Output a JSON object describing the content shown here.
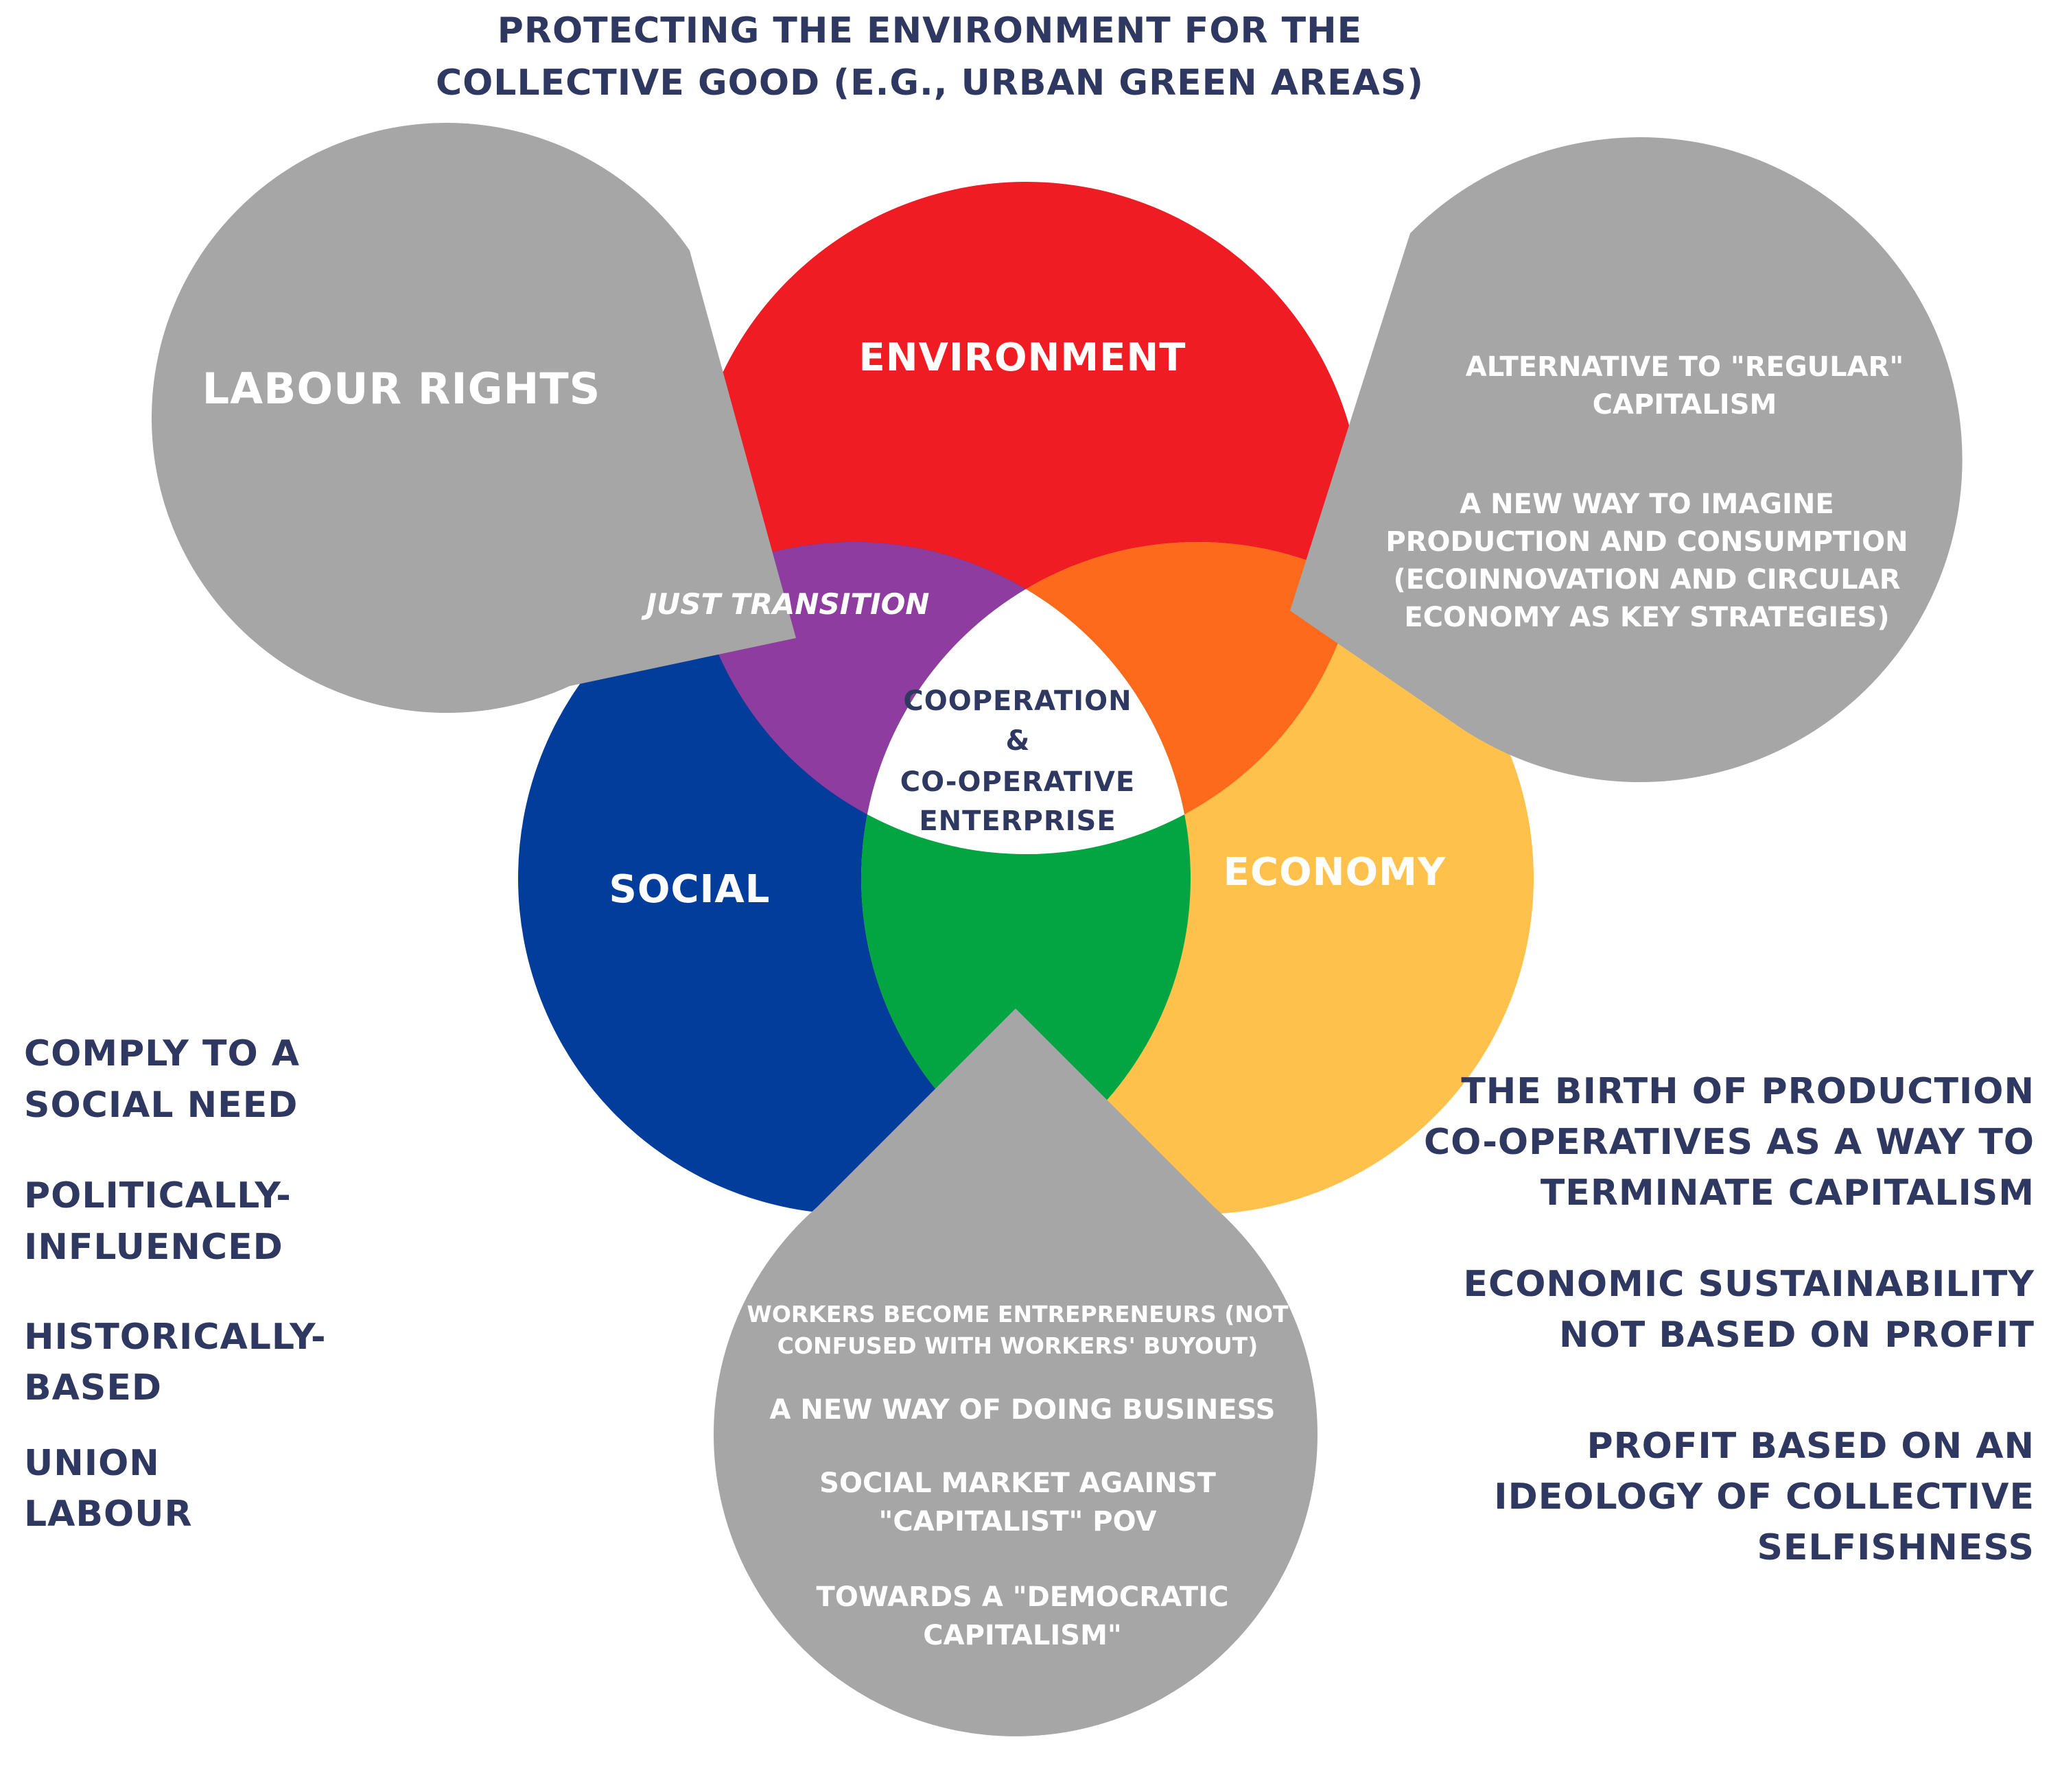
{
  "header": {
    "line1": "PROTECTING THE ENVIRONMENT FOR THE",
    "line2": "COLLECTIVE GOOD (E.G., URBAN GREEN AREAS)"
  },
  "circles": {
    "environment": "ENVIRONMENT",
    "social": "SOCIAL",
    "economy": "ECONOMY",
    "overlap_env_social": "JUST TRANSITION",
    "center": [
      "COOPERATION",
      "&",
      "CO-OPERATIVE",
      "ENTERPRISE"
    ]
  },
  "bubbles": {
    "labour": "LABOUR RIGHTS",
    "alternative": {
      "block1": [
        "ALTERNATIVE TO \"REGULAR\"",
        "CAPITALISM"
      ],
      "block2": [
        "A NEW WAY TO IMAGINE",
        "PRODUCTION AND CONSUMPTION",
        "(ECOINNOVATION AND CIRCULAR",
        "ECONOMY AS KEY STRATEGIES)"
      ]
    },
    "workers": {
      "block1": [
        "WORKERS BECOME ENTREPRENEURS (NOT",
        "CONFUSED WITH WORKERS' BUYOUT)"
      ],
      "block2": [
        "A NEW WAY OF DOING BUSINESS"
      ],
      "block3": [
        "SOCIAL MARKET AGAINST",
        "\"CAPITALIST\" POV"
      ],
      "block4": [
        "TOWARDS A \"DEMOCRATIC",
        "CAPITALISM\""
      ]
    }
  },
  "left_notes": [
    [
      "COMPLY TO A",
      "SOCIAL NEED"
    ],
    [
      "POLITICALLY-",
      "INFLUENCED"
    ],
    [
      "HISTORICALLY-",
      "BASED"
    ],
    [
      "UNION",
      "LABOUR"
    ]
  ],
  "right_notes": [
    [
      "THE BIRTH OF PRODUCTION",
      "CO-OPERATIVES AS A WAY TO",
      "TERMINATE CAPITALISM"
    ],
    [
      "ECONOMIC SUSTAINABILITY",
      "NOT BASED ON PROFIT"
    ],
    [
      "PROFIT BASED ON AN",
      "IDEOLOGY OF COLLECTIVE",
      "SELFISHNESS"
    ]
  ],
  "colors": {
    "environment": "#ef1c23",
    "social": "#023d9b",
    "economy": "#fec14b",
    "env_social": "#8e3c9f",
    "env_economy": "#fe6a1c",
    "social_economy": "#02a541",
    "bubble": "#a6a6a6",
    "text_dark": "#2e3860"
  }
}
